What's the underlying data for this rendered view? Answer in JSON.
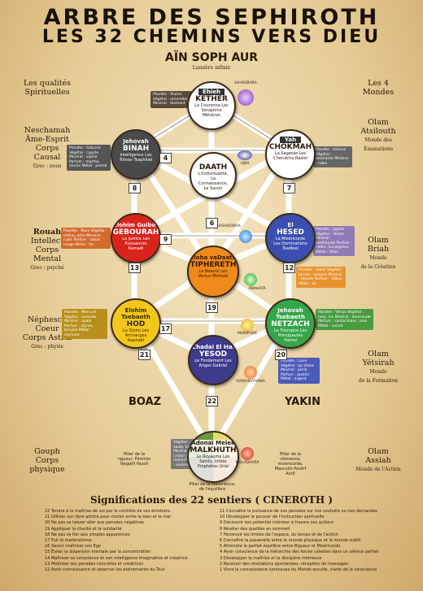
{
  "title_line1": "ARBRE DES SEPHIROTH",
  "title_line2": "LES 32 CHEMINS VERS DIEU",
  "top": {
    "ain": "AÏN SOPH AUR",
    "ain_sub": "Lumière infinie"
  },
  "left_col": {
    "header1": "Les qualités",
    "header2": "Spirituelles",
    "neschamah": "Neschamah",
    "neschamah_l1": "Âme-Esprit",
    "neschamah_l2": "Corps",
    "neschamah_l3": "Causal",
    "neschamah_l4": "Grec : nous",
    "rouah": "Rouah",
    "rouah_l1": "Intellect",
    "rouah_l2": "Corps",
    "rouah_l3": "Mental",
    "rouah_l4": "Grec : psyché",
    "nephesch": "Néphesch",
    "nephesch_l1": "Coeur",
    "nephesch_l2": "Corps Astral",
    "nephesch_l3": "Grec : physis",
    "gouph": "Gouph",
    "gouph_l1": "Corps",
    "gouph_l2": "physique"
  },
  "right_col": {
    "header1": "Les 4",
    "header2": "Mondes",
    "w1": "Olam",
    "w1b": "Atsilouth",
    "w1c": "Monde des",
    "w1d": "Émanations",
    "w2": "Olam",
    "w2b": "Briah",
    "w2c": "Monde",
    "w2d": "de la Création",
    "w3": "Olam",
    "w3b": "Yétsirah",
    "w3c": "Monde",
    "w3d": "de la Formation",
    "w4": "Olam",
    "w4b": "Assiah",
    "w4c": "Monde de l'Action"
  },
  "sephiroth": {
    "kether": {
      "god": "Ehieh",
      "name": "KETHER",
      "desc": "La Couronne Les Séraphins Métatron"
    },
    "binah": {
      "god": "Jehovah",
      "name": "BINAH",
      "desc": "Intelligence Les Trônes Tsaphkiel"
    },
    "chokmah": {
      "god": "Yah",
      "name": "CHOKMAH",
      "desc": "La Sagesse Les Chérubins Raziel"
    },
    "daath": {
      "god": "",
      "name": "DAATH",
      "desc": "L'Individualité, La Connaissance, Le Savoir"
    },
    "geburah": {
      "god": "Elohim Guibor",
      "name": "GEBOURAH",
      "desc": "La Justice Les Puissances Kamaël"
    },
    "hesed": {
      "god": "El",
      "name": "HESED",
      "desc": "La Miséricorde Les Dominations Tsadkiel"
    },
    "tiphereth": {
      "god": "Eloha vaDaath",
      "name": "TIPHERETH",
      "desc": "La Beauté Les Vertus Mikhaël"
    },
    "hod": {
      "god": "Elohim Tsebaoth",
      "name": "HOD",
      "desc": "La Gloire Les Archanges Raphaël"
    },
    "netzach": {
      "god": "Jehovah Tsebaoth",
      "name": "NETZACH",
      "desc": "Le Triomphe Les Principautés Haniel"
    },
    "yesod": {
      "god": "Chadaï El Haï",
      "name": "YESOD",
      "desc": "Le Fondement Les Anges Gabriel"
    },
    "malkuth": {
      "god": "Adonaï Melek",
      "name": "MALKHUTH",
      "desc": "Le Royaume Les Saints, Initiés Prophètes Uriel"
    }
  },
  "infos": {
    "kether": "Planète : Pluton Végétal : amandier Minéral : diamant",
    "binah": "Planète : Saturne Végétal : cyprès Minéral : saphir Parfum : myrrhe, storax Métal : plomb",
    "chokmah": "Planète : Uranus Végétal : amarante Minéral : rubis",
    "geburah": "Planète : Mars Végétal : chêne, ortie Minéral : rubis Parfum : tabac rouge Métal : fer",
    "hesed": "Planète : Jupiter Végétal : olivier Minéral : améthyste Parfum : cèdre, eucalyptus Métal : étain",
    "tiphereth": "Planète : Soleil Végétal : laurier, romarin Minéral : topaze Parfum : oliban Métal : or",
    "hod": "Planète : Mercure Végétal : lavande Minéral : opale Parfum : styrax, benjoin Métal : mercure",
    "netzach": "Planète : Vénus Végétal : rose, iris Minéral : émeraude Parfum : santal blanc, rose Métal : cuivre",
    "yesod": "Planète : Lune Végétal : lys blanc Minéral : perle Parfum : jasmin Métal : argent",
    "malkuth": "Végétal : saule, lierre Minéral : cristal de roche Parfum : encens"
  },
  "chakras": {
    "sahasrara": "SAHASRARA",
    "ajna": "AJNA",
    "vishuddha": "VISHUDDHA",
    "anahata": "ANAHATA",
    "manipura": "MANIPURA",
    "svadhisthana": "SVADHISTHANA",
    "muladhara": "MULADHARA"
  },
  "pillars": {
    "left": "BOAZ",
    "left_sub": "Pilier de la rigueur, Féminin Négatif Passif",
    "right": "YAKIN",
    "right_sub": "Pilier de la clémence, miséricorde, Masculin Positif Actif",
    "middle_sub": "Pilier de la conscience, de l'équilibre"
  },
  "paths_title": "Significations des 22 sentiers ( CINEROTH )",
  "paths_left": [
    "22 Tendre à la maîtrise de soi par le contrôle de ses émotions",
    "21 Utiliser son libre arbitre pour choisir entre le bien et le mal",
    "20 Ne pas se laisser aller aux pensées négatives",
    "19 Appliquer la charité et la solidarité",
    "18 Ne pas se fier aux simples apparences",
    "17 Fuir le matérialisme",
    "16 Savoir maîtriser son Ego",
    "15 Éviter la dispersion mentale par la concentration",
    "14 Maîtriser sa conscience et son intelligence imaginative et créatrice",
    "13 Maîtriser ses pensées concrètes et créatrices",
    "12 Avoir connaissance et observer les événements du Tout"
  ],
  "paths_right": [
    "11 Connaître la puissance de nos pensées sur nos souhaits ou nos demandes",
    "10 Développer le pouvoir de l'instruction spirituelle",
    "9 Découvrir son potentiel intérieur à travers ses actions",
    "8 Révéler des qualités en sommeil",
    "7 Percevoir les limites de l'espace, du temps et de l'action",
    "6 Connaître la passerelle entre le monde physique et le monde subtil",
    "5 Atteindre le parfait équilibre entre Rigueur et Miséricorde",
    "4 Avoir conscience de la hiérarchie des forces célestes dans un silence parfait",
    "3 Développer la maîtrise et la discipline intérieure",
    "2 Recevoir des révélations spontanées, réception de messages",
    "1 Vivre la connaissance lumineuse du Monde occulte, clarté de la conscience"
  ],
  "colors": {
    "kether": "#ffffff",
    "binah": "#444444",
    "chokmah": "#ffffff",
    "daath": "#ffffff",
    "geburah": "#d8241c",
    "hesed": "#3a4fb0",
    "tiphereth": "#f08a1a",
    "hod": "#f4c71a",
    "netzach": "#34a548",
    "yesod": "#3e3a8c",
    "malkuth": "#ffffff"
  },
  "icons": [
    "hebrew-letter-icons",
    "chakra-icons"
  ]
}
